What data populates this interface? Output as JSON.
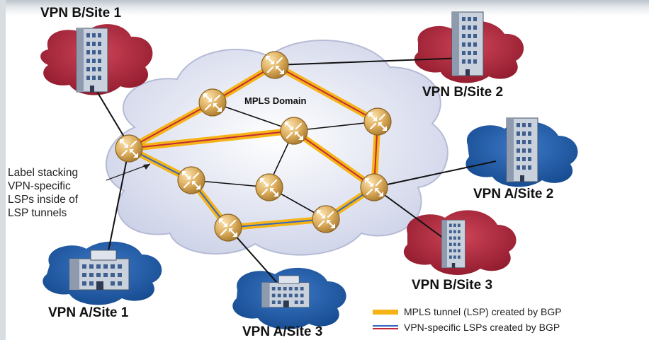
{
  "diagram": {
    "domain_label": "MPLS Domain",
    "sites": {
      "vpn_b_site1": "VPN B/Site 1",
      "vpn_b_site2": "VPN B/Site 2",
      "vpn_a_site2": "VPN A/Site 2",
      "vpn_b_site3": "VPN B/Site 3",
      "vpn_a_site1": "VPN A/Site 1",
      "vpn_a_site3": "VPN A/Site 3"
    },
    "annotation": [
      "Label stacking",
      "VPN-specific",
      "LSPs inside of",
      "LSP tunnels"
    ],
    "legend": {
      "mpls_tunnel": "MPLS tunnel (LSP) created by BGP",
      "vpn_lsp": "VPN-specific LSPs created by BGP"
    },
    "colors": {
      "vpn_a": "#1f5aa6",
      "vpn_b": "#b3253a",
      "mpls_tunnel": "#f5b316",
      "router": "#d9aa5a"
    }
  }
}
